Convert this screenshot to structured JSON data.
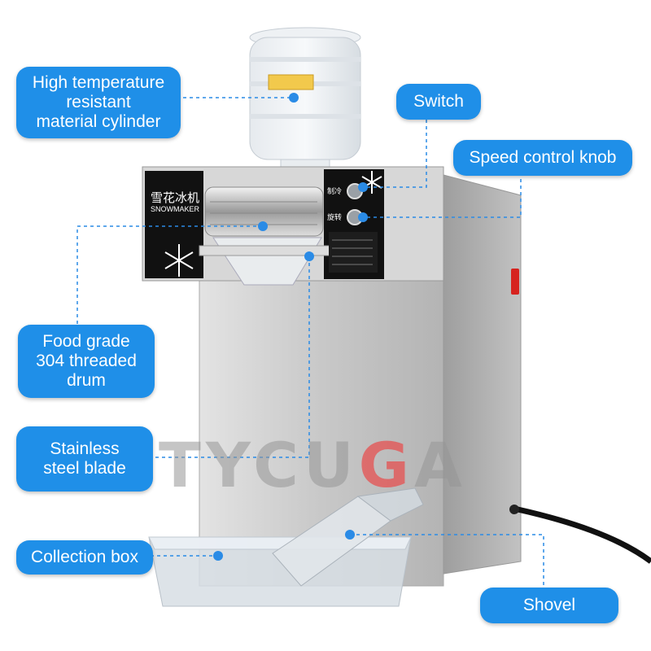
{
  "callouts": {
    "cylinder": "High temperature\nresistant\nmaterial cylinder",
    "switch": "Switch",
    "speed_knob": "Speed control knob",
    "drum": "Food grade\n304 threaded\ndrum",
    "blade": "Stainless\nsteel blade",
    "collection_box": "Collection box",
    "shovel": "Shovel"
  },
  "machine": {
    "brand_cn": "雪花冰机",
    "brand_en": "SNOWMAKER",
    "switch_label": "制冷",
    "knob_label": "旋转"
  },
  "watermark": {
    "text_a": "TYCU",
    "text_b": "G",
    "text_c": "A"
  },
  "colors": {
    "callout": "#1f8fe8",
    "panel": "#111111",
    "steel": "#c9c9c9",
    "dot": "#2a8be6"
  }
}
